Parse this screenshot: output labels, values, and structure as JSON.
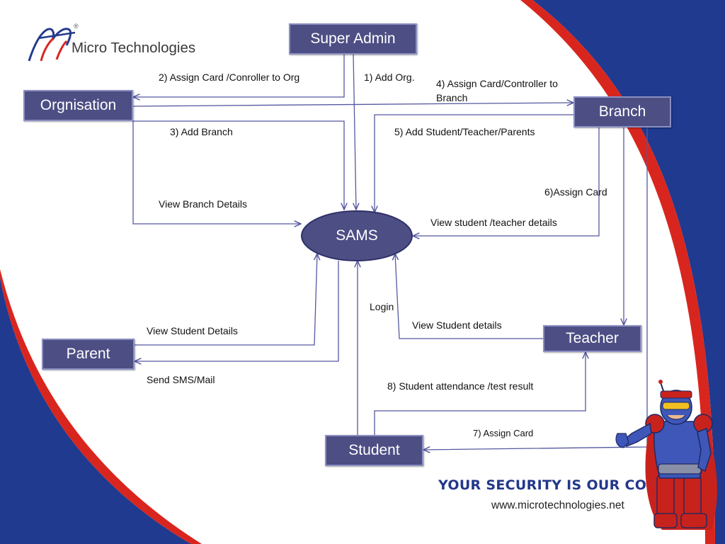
{
  "brand": {
    "name": "Micro Technologies",
    "registered_mark": "®",
    "tagline": "YOUR SECURITY IS OUR CONCERN",
    "website": "www.microtechnologies.net"
  },
  "nodes": {
    "super_admin": "Super Admin",
    "organisation": "Orgnisation",
    "branch": "Branch",
    "sams": "SAMS",
    "parent": "Parent",
    "teacher": "Teacher",
    "student": "Student"
  },
  "edges": {
    "assign_card_org": "2) Assign Card /Conroller to Org",
    "add_org": "1) Add Org.",
    "assign_card_branch": "4) Assign Card/Controller to Branch",
    "add_branch": "3) Add Branch",
    "add_student": "5) Add Student/Teacher/Parents",
    "assign_card_teacher": "6)Assign Card",
    "view_branch": "View Branch Details",
    "view_student_teacher": "View student /teacher details",
    "login": "Login",
    "view_student_details": "View Student details",
    "parent_view_student": "View Student Details",
    "send_sms": "Send SMS/Mail",
    "attendance": "8) Student  attendance  /test result",
    "assign_card_student": "7) Assign Card"
  },
  "colors": {
    "box_fill": "#4d4e84",
    "box_border": "#8b8fc2",
    "arrow": "#5558a0",
    "swoosh_blue": "#1f3a8f",
    "swoosh_red": "#d8261f",
    "tagline": "#22378a"
  },
  "icons": {
    "logo": "mt-monogram-icon",
    "mascot": "robot-superhero-mascot-icon"
  }
}
